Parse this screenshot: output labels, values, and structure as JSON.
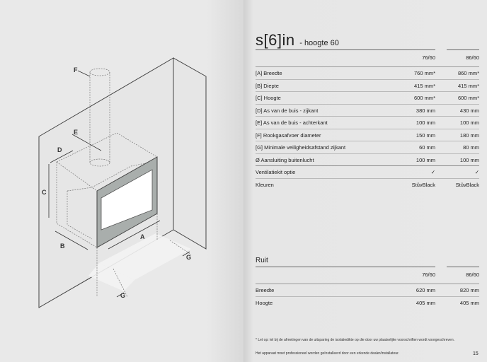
{
  "diagram": {
    "labels": {
      "F": "F",
      "E": "E",
      "D": "D",
      "C": "C",
      "B": "B",
      "A": "A",
      "G1": "G",
      "G2": "G"
    }
  },
  "title": {
    "name": "s[6]in",
    "subtitle": "- hoogte 60"
  },
  "specs": {
    "columns": [
      "76/60",
      "86/60"
    ],
    "rows": [
      {
        "label": "[A] Breedte",
        "v1": "760 mm*",
        "v2": "860 mm*"
      },
      {
        "label": "[B] Diepte",
        "v1": "415 mm*",
        "v2": "415 mm*"
      },
      {
        "label": "[C] Hoogte",
        "v1": "600 mm*",
        "v2": "600 mm*"
      },
      {
        "label": "[D] As van de buis - zijkant",
        "v1": "380 mm",
        "v2": "430 mm"
      },
      {
        "label": "[E] As van de buis - achterkant",
        "v1": "100 mm",
        "v2": "100 mm"
      },
      {
        "label": "[F] Rookgasafvoer diameter",
        "v1": "150 mm",
        "v2": "180 mm"
      },
      {
        "label": "[G] Minimale veiligheidsafstand zijkant",
        "v1": "60 mm",
        "v2": "80 mm"
      },
      {
        "label": "Ø Aansluiting buitenlucht",
        "v1": "100 mm",
        "v2": "100 mm"
      },
      {
        "label": "Ventilatiekit optie",
        "v1": "✓",
        "v2": "✓"
      },
      {
        "label": "Kleuren",
        "v1": "StûvBlack",
        "v2": "StûvBlack"
      }
    ]
  },
  "ruit": {
    "title": "Ruit",
    "columns": [
      "76/60",
      "86/60"
    ],
    "rows": [
      {
        "label": "Breedte",
        "v1": "620 mm",
        "v2": "820 mm"
      },
      {
        "label": "Hoogte",
        "v1": "405 mm",
        "v2": "405 mm"
      }
    ]
  },
  "footnotes": {
    "note": "* Let op: tel bij de afmetingen van de uitsparing de isolatiedikte op die door uw plaatselijke voorschriften wordt voorgeschreven.",
    "install": "Het apparaat moet professioneel worden geïnstalleerd door een erkende dealer/installateur."
  },
  "page_number": "15"
}
